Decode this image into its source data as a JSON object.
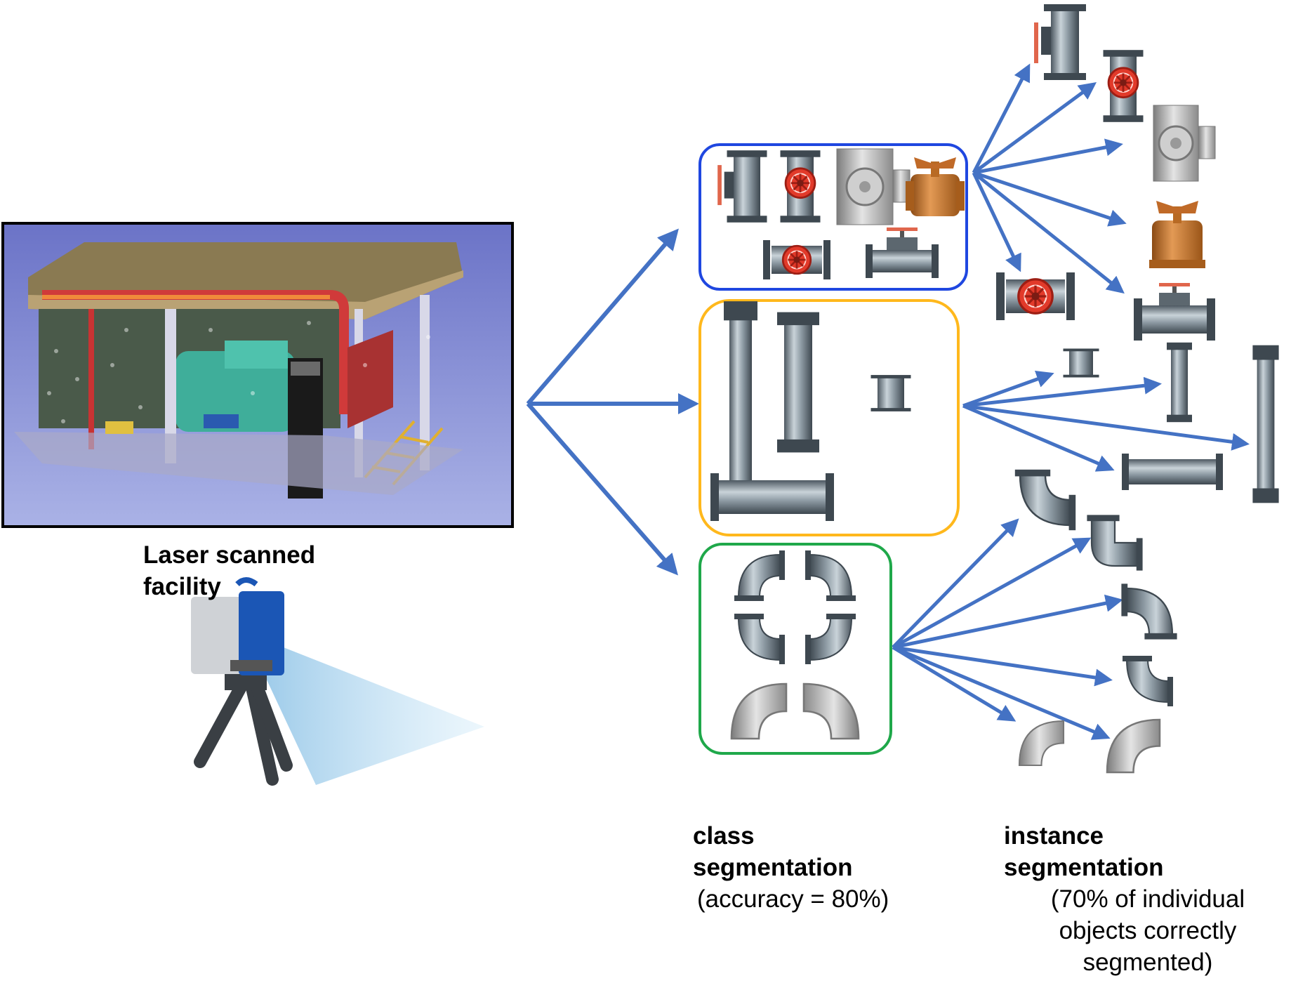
{
  "labels": {
    "facility": [
      "Laser scanned",
      "facility"
    ],
    "class_title": [
      "class",
      "segmentation"
    ],
    "class_note": "(accuracy = 80%)",
    "instance_title": [
      "instance",
      "segmentation"
    ],
    "instance_note": [
      "(70% of individual",
      "objects correctly",
      "segmented)"
    ]
  },
  "colors": {
    "arrow": "#4472C4",
    "valve_group_border": "#1F47E0",
    "pipe_group_border": "#FFB81C",
    "elbow_group_border": "#1FA84A",
    "frame_border": "#000000",
    "scan_background": "#9AA2DC"
  },
  "icons": [
    "laser-scanner-icon",
    "point-cloud-facility-image",
    "pipe-icon",
    "valve-icon",
    "elbow-icon",
    "tee-icon",
    "ball-valve-icon"
  ]
}
